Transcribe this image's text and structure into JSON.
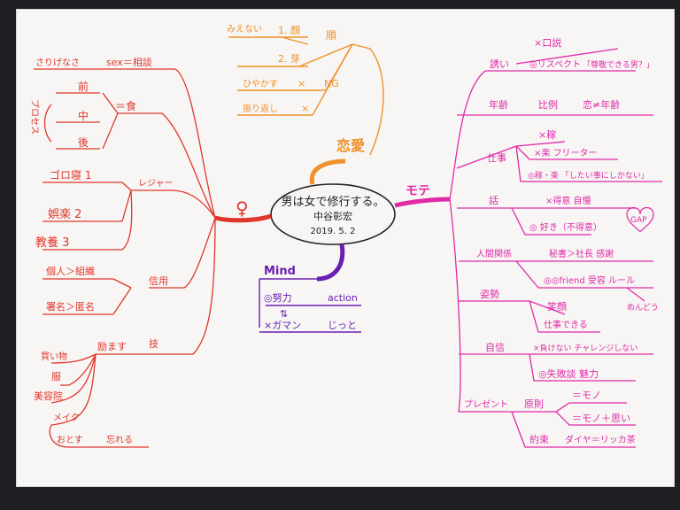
{
  "center": {
    "line1": "男は女で修行する。",
    "line2": "中谷彰宏",
    "date": "2019. 5. 2"
  },
  "colors": {
    "woman": "#e0362b",
    "love": "#f0902a",
    "mote": "#e02aa8",
    "mind": "#6a1fb0",
    "paper": "#f7f6f4",
    "background": "#1f1f23"
  },
  "love": {
    "title": "恋愛",
    "items": [
      {
        "left": "みえない",
        "mid": "1. 顔",
        "right": "順"
      },
      {
        "left": "",
        "mid": "2. 芽",
        "right": ""
      },
      {
        "left": "ひやかす",
        "mid": "×",
        "right": "NG"
      },
      {
        "left": "振り返し",
        "mid": "×",
        "right": ""
      }
    ]
  },
  "woman": {
    "title": "♀",
    "sex": {
      "left": "さりげなさ",
      "right": "sex＝相談"
    },
    "process": {
      "label": "プロセス",
      "items": [
        "前",
        "中",
        "後"
      ],
      "eq": "＝食"
    },
    "leisure": {
      "label": "レジャー",
      "items": [
        "ゴロ寝 1",
        "娯楽 2",
        "教養 3"
      ]
    },
    "trust": {
      "label": "信用",
      "items": [
        "個人＞組織",
        "署名＞匿名"
      ]
    },
    "skill": {
      "label": "技",
      "effort": "励ます",
      "items": [
        "買い物",
        "服",
        "美容院",
        "メイク"
      ],
      "sub": [
        "おとす",
        "忘れる"
      ]
    }
  },
  "mind": {
    "title": "Mind",
    "items": [
      {
        "label": "◎努力",
        "value": "action"
      },
      {
        "label": "⇅",
        "value": ""
      },
      {
        "label": "×ガマン",
        "value": "じっと"
      }
    ]
  },
  "mote": {
    "title": "モテ",
    "talk": {
      "label": "誘い",
      "a": "×口説",
      "b": "◎リスペクト",
      "quote": "「尊敬できる男？」"
    },
    "age": {
      "label": "年齢",
      "a": "比例",
      "b": "恋≠年齢"
    },
    "work": {
      "label": "仕事",
      "items": [
        "×稼",
        "×楽  フリーター",
        "◎稼・楽 「したい事にしかない」"
      ]
    },
    "speech": {
      "label": "話",
      "a": "×得意  自慢",
      "b": "◎ 好き（不得意）",
      "gap": "GAP"
    },
    "relations": {
      "label": "人間関係",
      "a": "秘書＞社長  感謝",
      "b": "◎◎friend  受容  ルール",
      "c": "めんどう"
    },
    "posture": {
      "label": "姿勢",
      "a": "笑顔",
      "b": "仕事できる"
    },
    "confidence": {
      "label": "自信",
      "a": "×負けない  チャレンジしない",
      "b": "◎失敗談  魅力"
    },
    "present": {
      "label": "プレゼント",
      "rule": "原則",
      "r1": "＝モノ",
      "r2": "＝モノ＋思い",
      "promise": "約束",
      "p1": "ダイヤ＝リッカ茶"
    }
  }
}
